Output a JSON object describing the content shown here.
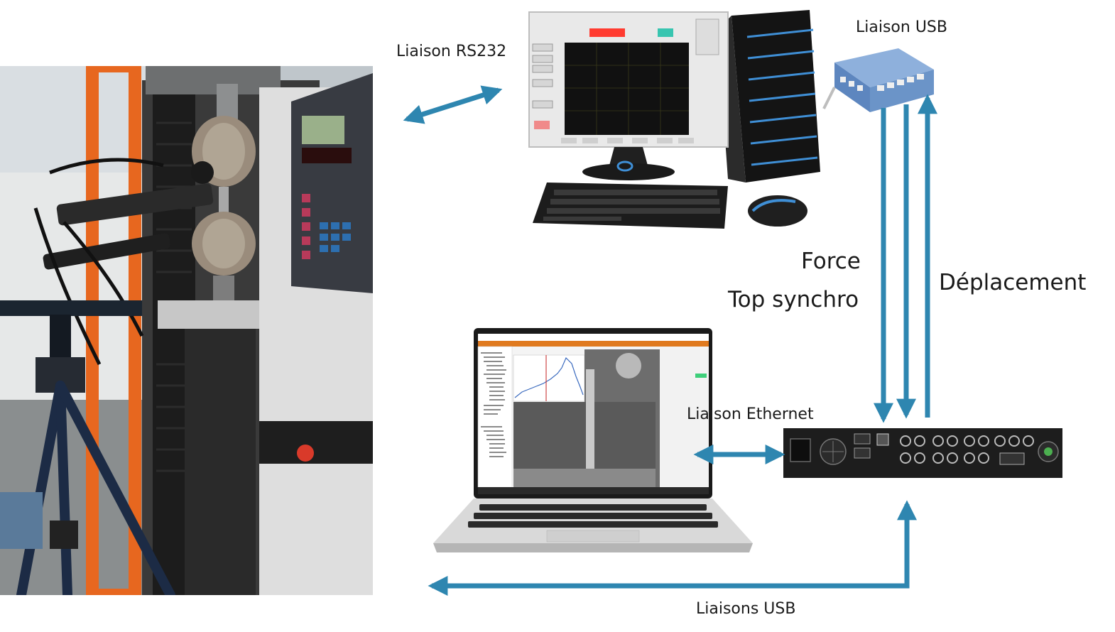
{
  "labels": {
    "rs232": "Liaison RS232",
    "usb_top": "Liaison USB",
    "force": "Force",
    "top_synchro": "Top synchro",
    "deplacement": "Déplacement",
    "ethernet": "Liaison Ethernet",
    "usb_bottom": "Liaisons USB"
  },
  "colors": {
    "arrow": "#2e86b0",
    "machine_frame": "#e7671f",
    "daq_box": "#6b94c8",
    "rack": "#1d1d1d"
  },
  "icons": {
    "tensile_machine": "photo-tensile-testing-machine",
    "desktop_pc": "desktop-computer-icon",
    "usb_daq": "usb-daq-module-icon",
    "laptop": "laptop-icon",
    "controller_rack": "camera-controller-rack-icon"
  }
}
